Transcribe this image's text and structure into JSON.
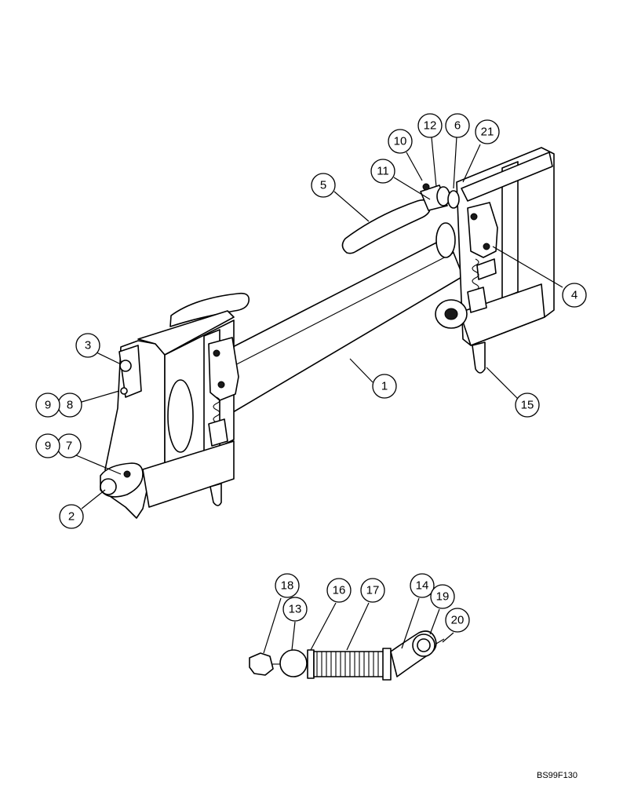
{
  "figure_code": "BS99F130",
  "callouts": [
    {
      "label": "1"
    },
    {
      "label": "2"
    },
    {
      "label": "3"
    },
    {
      "label": "4"
    },
    {
      "label": "5"
    },
    {
      "label": "6"
    },
    {
      "label": "7"
    },
    {
      "label": "8"
    },
    {
      "label": "9"
    },
    {
      "label": "9"
    },
    {
      "label": "10"
    },
    {
      "label": "11"
    },
    {
      "label": "12"
    },
    {
      "label": "13"
    },
    {
      "label": "14"
    },
    {
      "label": "15"
    },
    {
      "label": "16"
    },
    {
      "label": "17"
    },
    {
      "label": "18"
    },
    {
      "label": "19"
    },
    {
      "label": "20"
    },
    {
      "label": "21"
    }
  ]
}
